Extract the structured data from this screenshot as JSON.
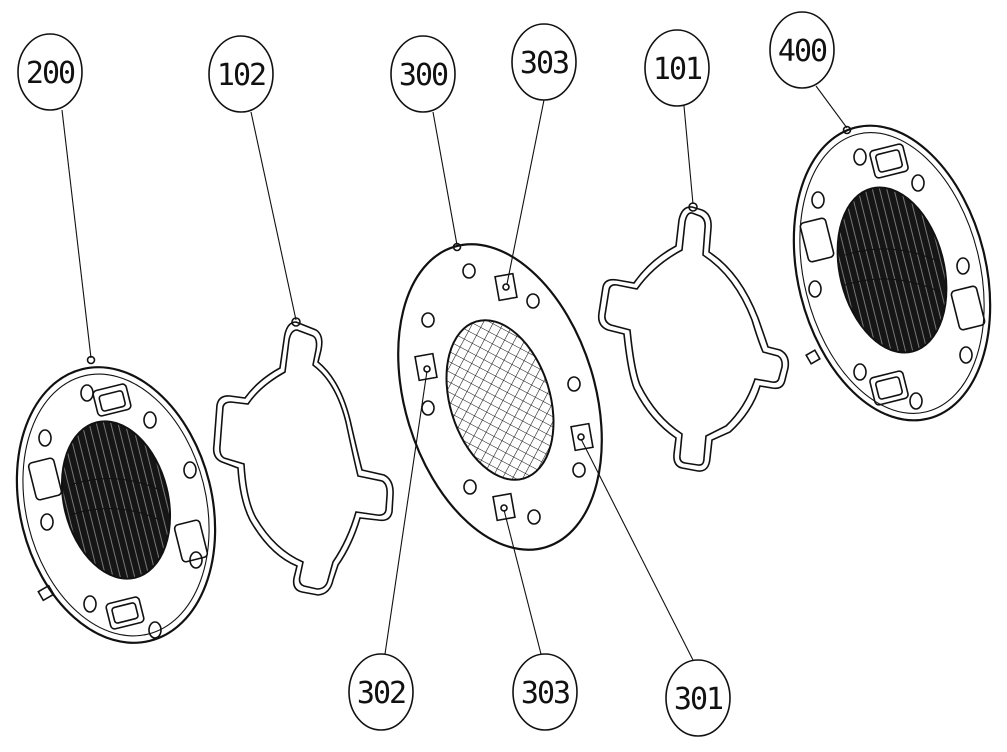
{
  "callouts": {
    "c200": "200",
    "c102": "102",
    "c300": "300",
    "c303_top": "303",
    "c101": "101",
    "c400": "400",
    "c302": "302",
    "c303_bottom": "303",
    "c301": "301"
  }
}
